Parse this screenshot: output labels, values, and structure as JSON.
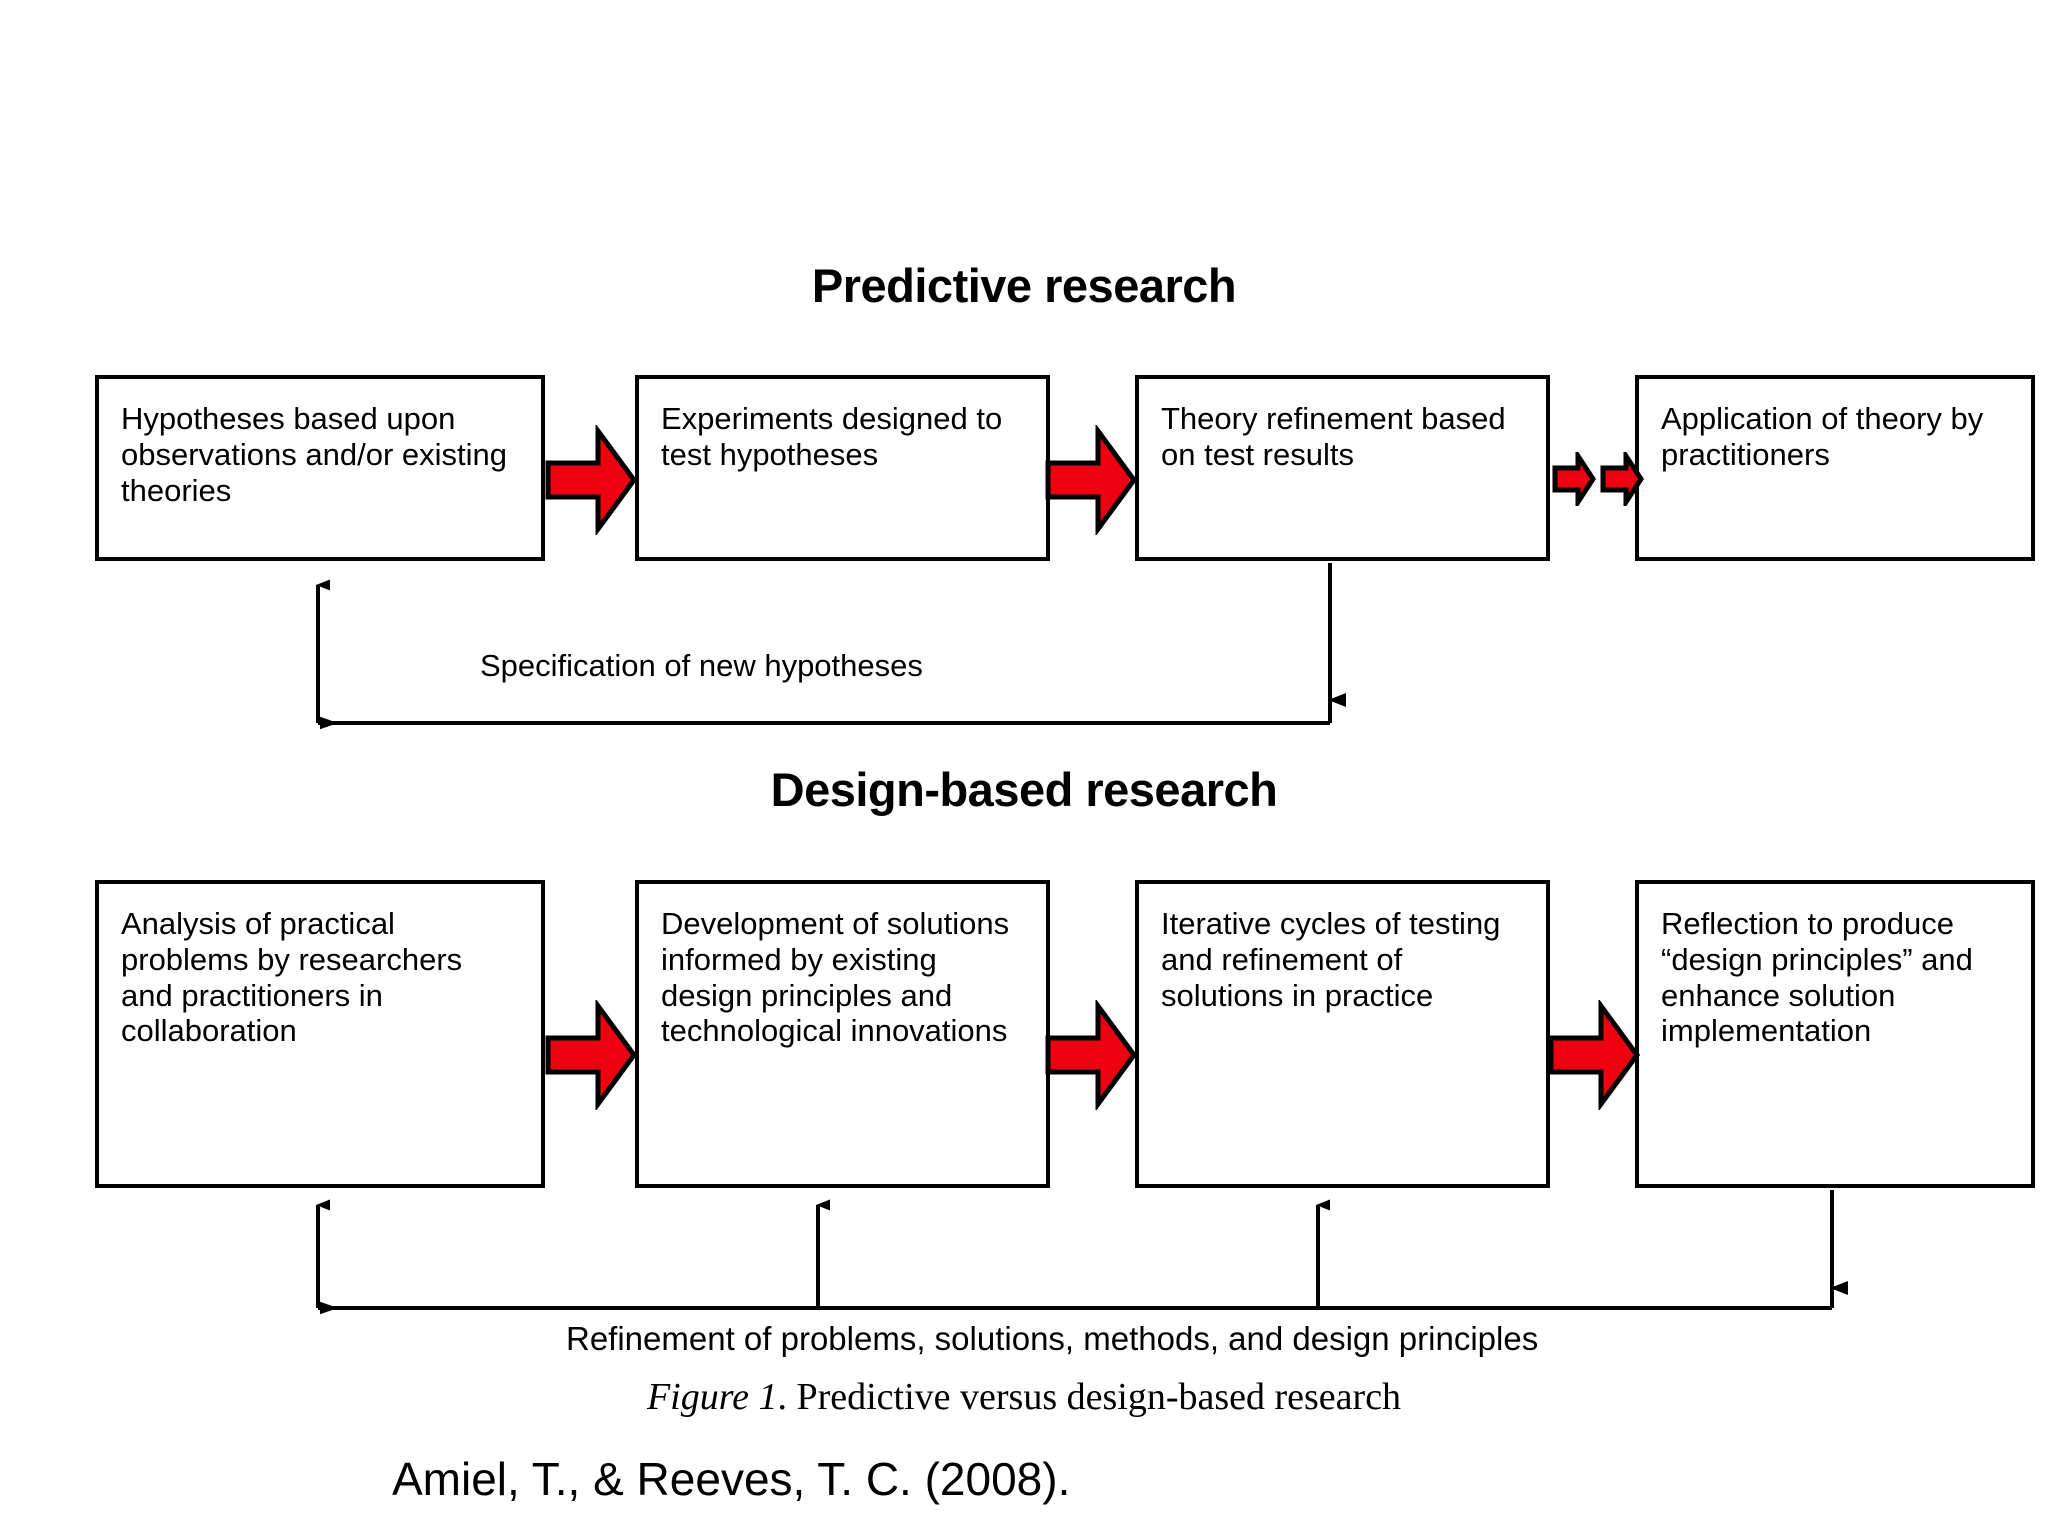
{
  "figure": {
    "caption_label": "Figure 1",
    "caption_text": ". Predictive versus design-based research",
    "citation": "Amiel, T., & Reeves, T. C. (2008).",
    "accent_color": "#ee0011",
    "line_color": "#000000",
    "background": "#ffffff"
  },
  "sections": [
    {
      "id": "predictive",
      "title": "Predictive research",
      "loop_label": "Specification of new hypotheses",
      "boxes": [
        {
          "id": "hypotheses",
          "text": "Hypotheses based upon observations and/or existing theories"
        },
        {
          "id": "experiments",
          "text": "Experiments designed to test hypotheses"
        },
        {
          "id": "theory",
          "text": "Theory refinement based on test results"
        },
        {
          "id": "application",
          "text": "Application of theory by practitioners"
        }
      ],
      "connectors": [
        {
          "from": "hypotheses",
          "to": "experiments",
          "style": "red-arrow-large"
        },
        {
          "from": "experiments",
          "to": "theory",
          "style": "red-arrow-large"
        },
        {
          "from": "theory",
          "to": "application",
          "style": "red-arrow-small-double"
        }
      ],
      "feedback": {
        "from": "theory",
        "to": "hypotheses",
        "direction": "left"
      }
    },
    {
      "id": "design-based",
      "title": "Design-based research",
      "loop_label": "Refinement of problems, solutions, methods, and design principles",
      "boxes": [
        {
          "id": "analysis",
          "text": "Analysis of practical problems by researchers and practitioners in collaboration"
        },
        {
          "id": "development",
          "text": "Development of solutions informed by existing design principles and technological innovations"
        },
        {
          "id": "iterative",
          "text": "Iterative cycles of testing and refinement of solutions in practice"
        },
        {
          "id": "reflection",
          "text": "Reflection to produce “design principles” and enhance solution implementation"
        }
      ],
      "connectors": [
        {
          "from": "analysis",
          "to": "development",
          "style": "red-arrow-large"
        },
        {
          "from": "development",
          "to": "iterative",
          "style": "red-arrow-large"
        },
        {
          "from": "iterative",
          "to": "reflection",
          "style": "red-arrow-large"
        }
      ],
      "feedback": {
        "from": "reflection",
        "to": [
          "analysis",
          "development",
          "iterative"
        ],
        "direction": "left"
      }
    }
  ]
}
